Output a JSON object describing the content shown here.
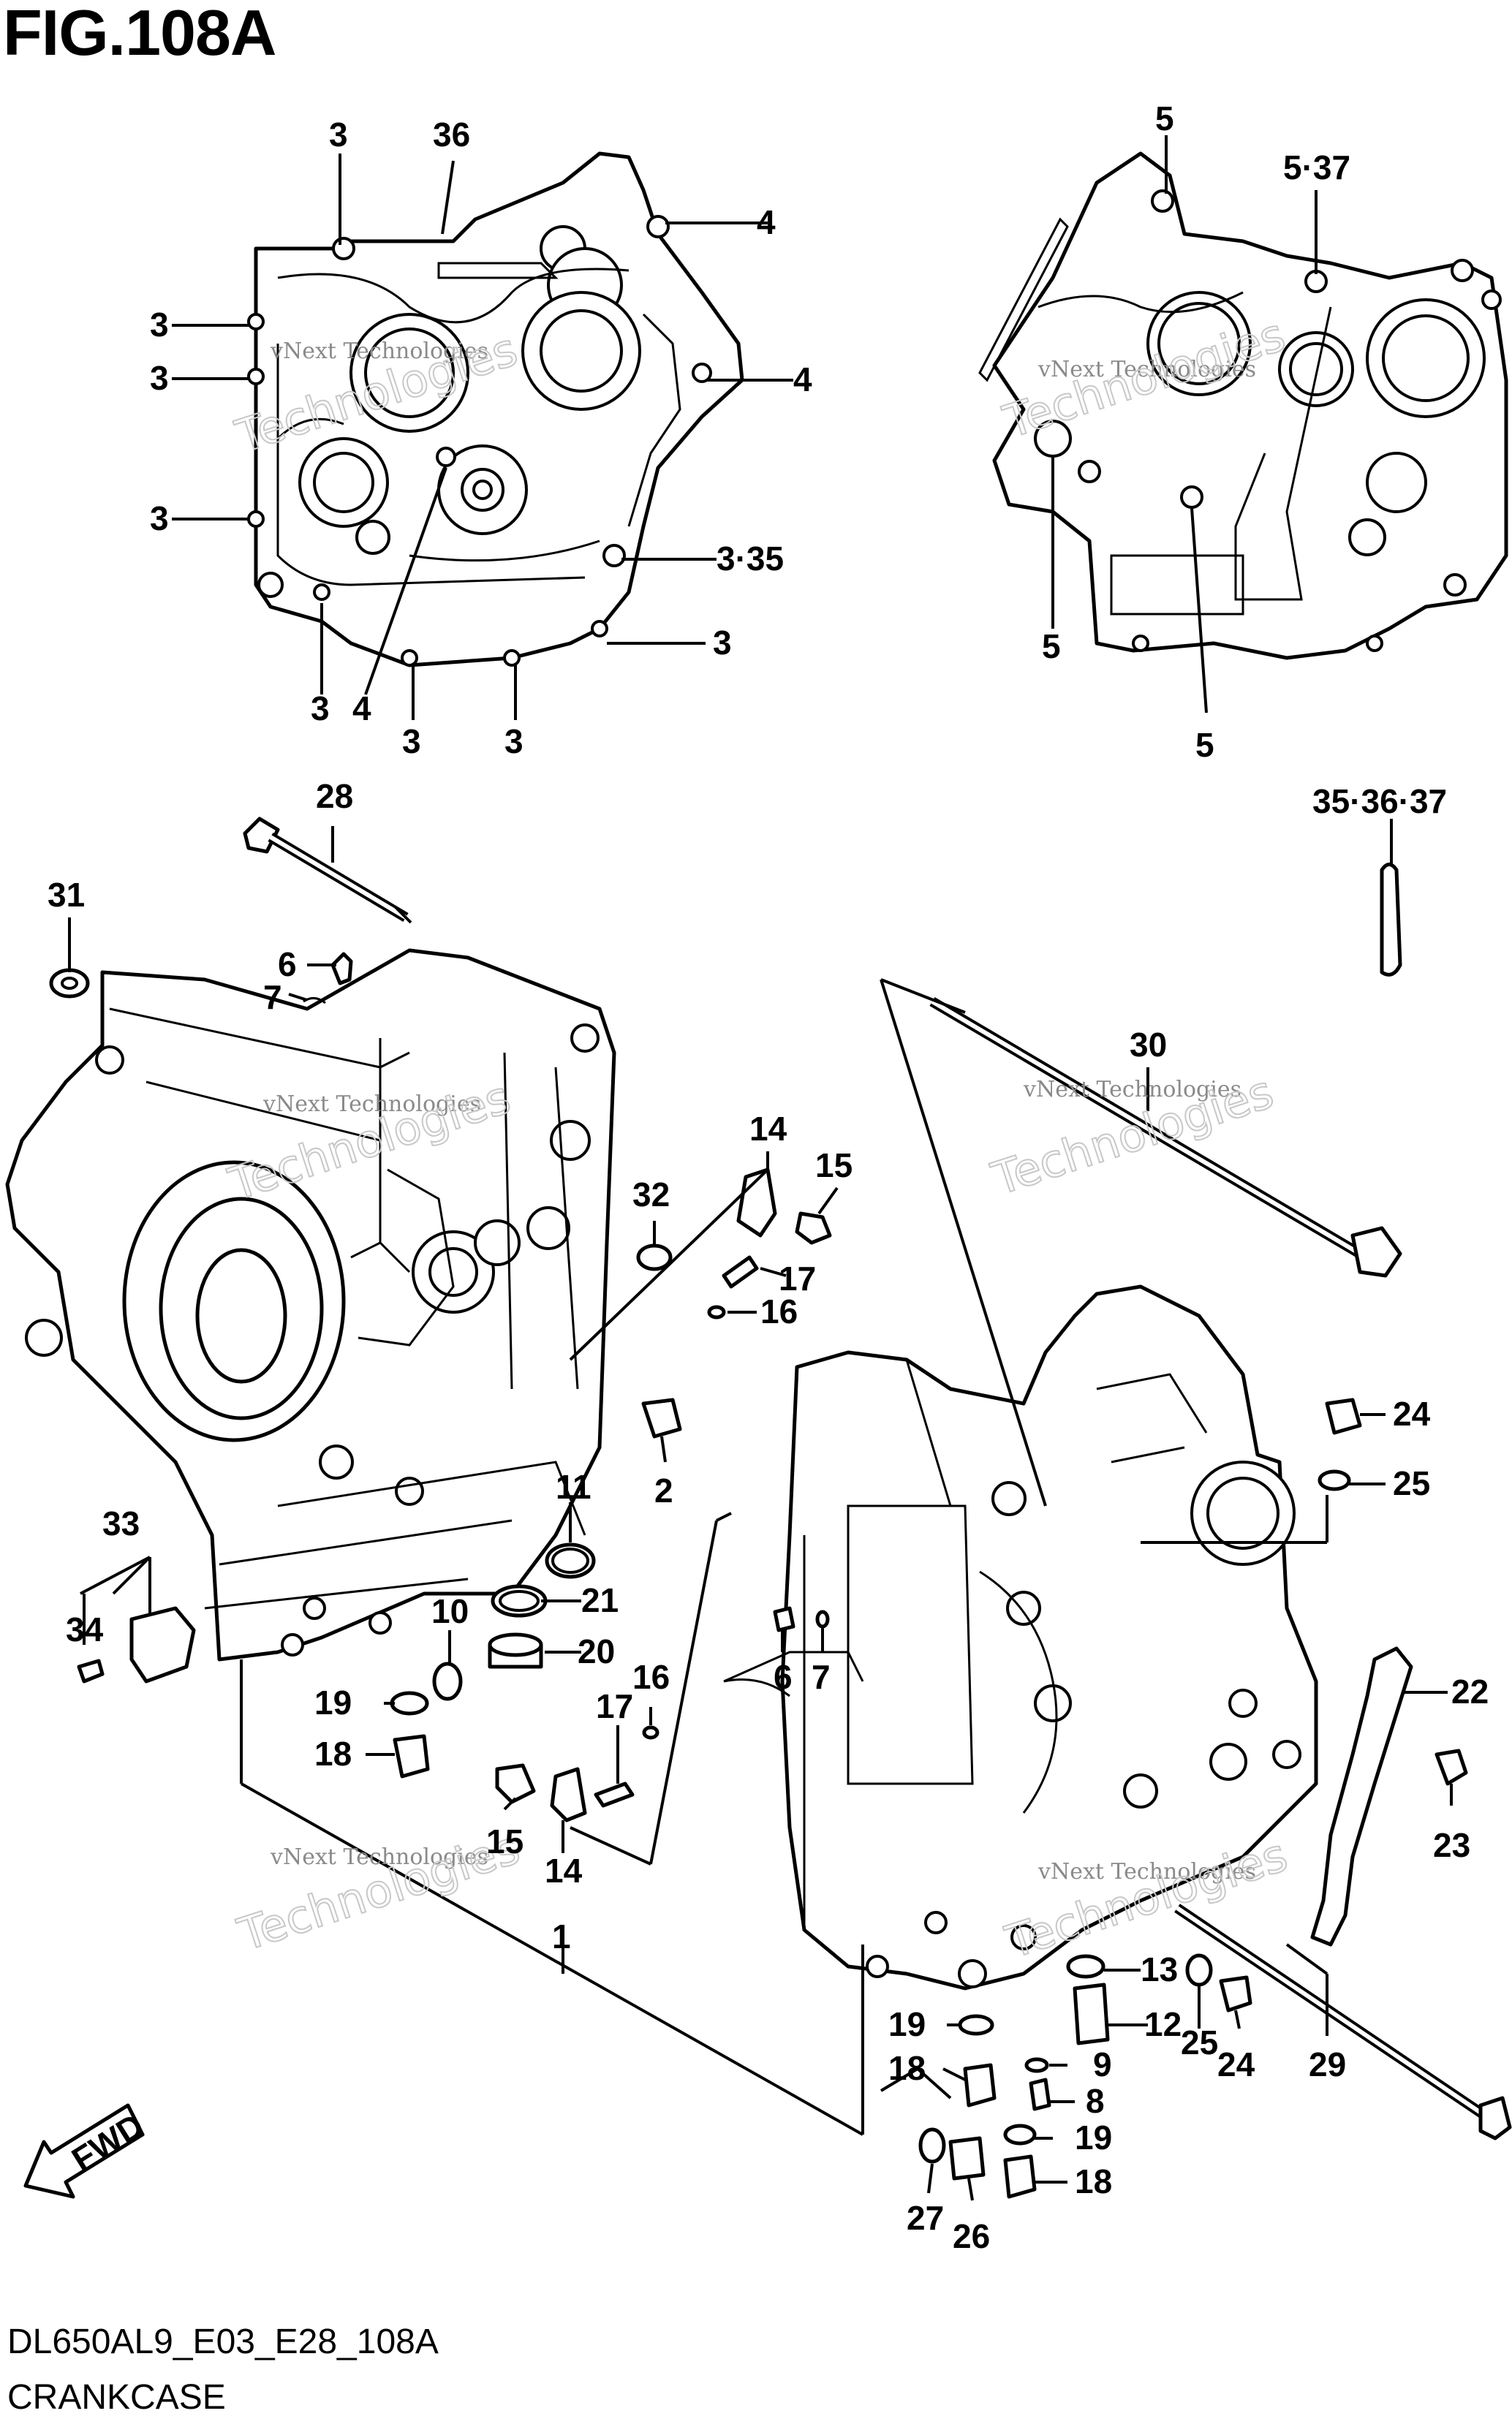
{
  "figure": {
    "title": "FIG.108A",
    "model_code": "DL650AL9_E03_E28_108A",
    "section_name": "CRANKCASE",
    "fwd_label": "FWD"
  },
  "watermark": {
    "small": "vNext Technologies",
    "large": "Technologies"
  },
  "callouts": {
    "c1": "1",
    "c2": "2",
    "c3": "3",
    "c4": "4",
    "c5": "5",
    "c6": "6",
    "c7": "7",
    "c8": "8",
    "c9": "9",
    "c10": "10",
    "c11": "11",
    "c12": "12",
    "c13": "13",
    "c14": "14",
    "c15": "15",
    "c16": "16",
    "c17": "17",
    "c18": "18",
    "c19": "19",
    "c20": "20",
    "c21": "21",
    "c22": "22",
    "c23": "23",
    "c24": "24",
    "c25": "25",
    "c26": "26",
    "c27": "27",
    "c28": "28",
    "c29": "29",
    "c30": "30",
    "c31": "31",
    "c32": "32",
    "c33": "33",
    "c34": "34",
    "c3_35": "3·35",
    "c5_37": "5·37",
    "c35_36_37": "35·36·37",
    "c36": "36"
  }
}
